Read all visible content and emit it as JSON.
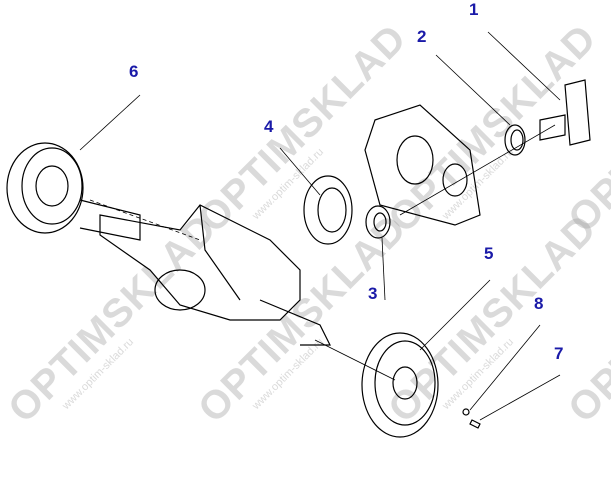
{
  "watermark": {
    "brand": "OPTIMSKLAD",
    "url": "www.optim-sklad.ru"
  },
  "callouts": [
    "1",
    "2",
    "3",
    "4",
    "5",
    "6",
    "7",
    "8"
  ],
  "colors": {
    "callout": "#1a1aa8",
    "line": "#000000",
    "watermark": "#969696"
  }
}
